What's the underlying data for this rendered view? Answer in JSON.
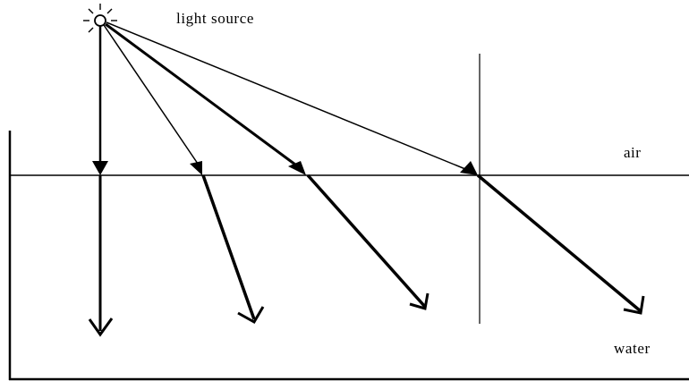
{
  "labels": {
    "light_source": "light source",
    "air": "air",
    "water": "water"
  },
  "colors": {
    "ink": "#000000",
    "background": "#ffffff"
  },
  "rays": [
    {
      "name": "ray-1-vertical"
    },
    {
      "name": "ray-2"
    },
    {
      "name": "ray-3"
    },
    {
      "name": "ray-4"
    }
  ]
}
